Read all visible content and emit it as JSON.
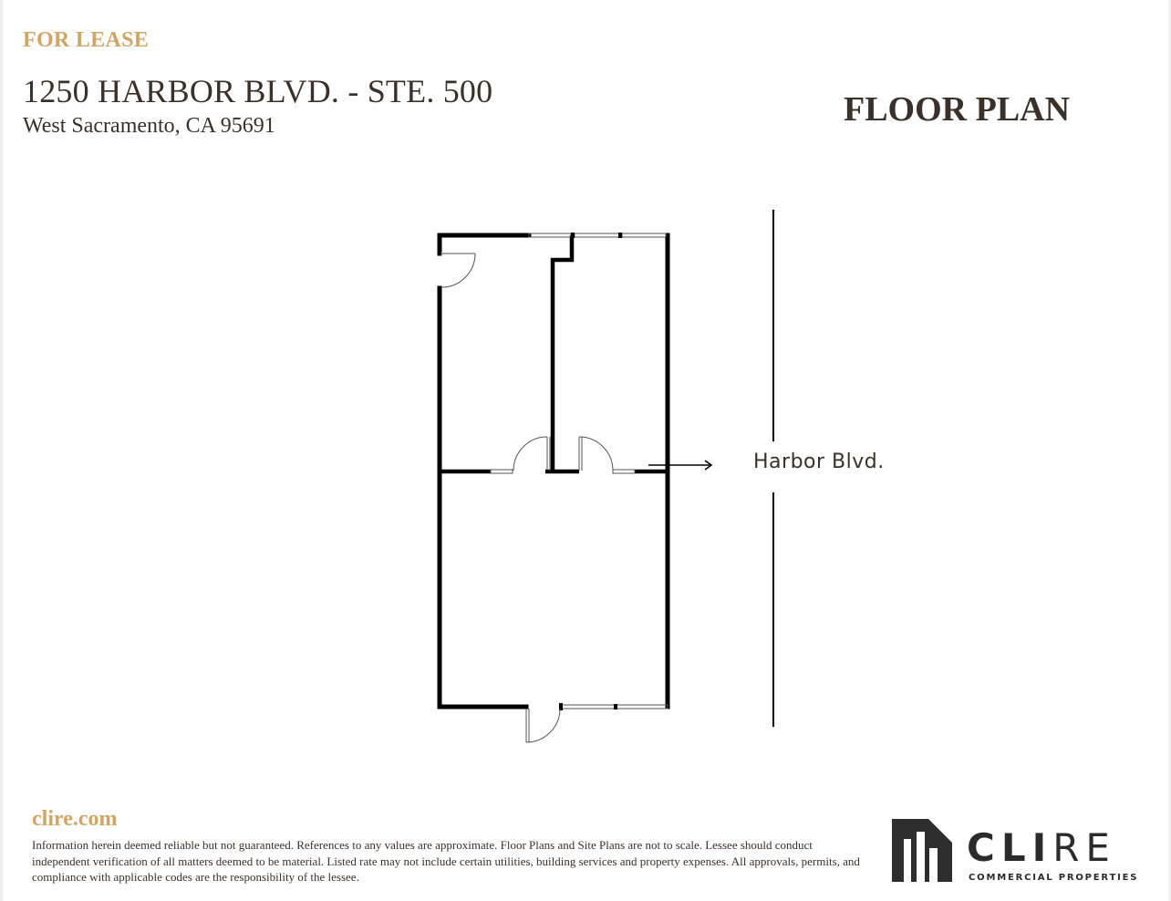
{
  "header": {
    "status": "FOR LEASE",
    "address": "1250 HARBOR BLVD. - STE. 500",
    "city_state_zip": "West Sacramento, CA 95691",
    "plan_title": "FLOOR PLAN"
  },
  "floor_plan": {
    "street_label": "Harbor Blvd."
  },
  "footer": {
    "website": "clire.com",
    "disclaimer": "Information herein deemed reliable but not guaranteed. References to any values are approximate. Floor Plans and Site Plans are not to scale. Lessee should conduct independent verification of all matters deemed to be material.  Listed rate may not include certain utilities, building services and property expenses. All approvals, permits, and compliance with applicable codes are the responsibility of the lessee.",
    "logo_main_bold": "CLI",
    "logo_main_light": "RE",
    "logo_sub": "COMMERCIAL PROPERTIES"
  },
  "colors": {
    "accent_gold": "#d4a464",
    "text_dark_brown": "#3c3129",
    "wall": "#000000"
  }
}
